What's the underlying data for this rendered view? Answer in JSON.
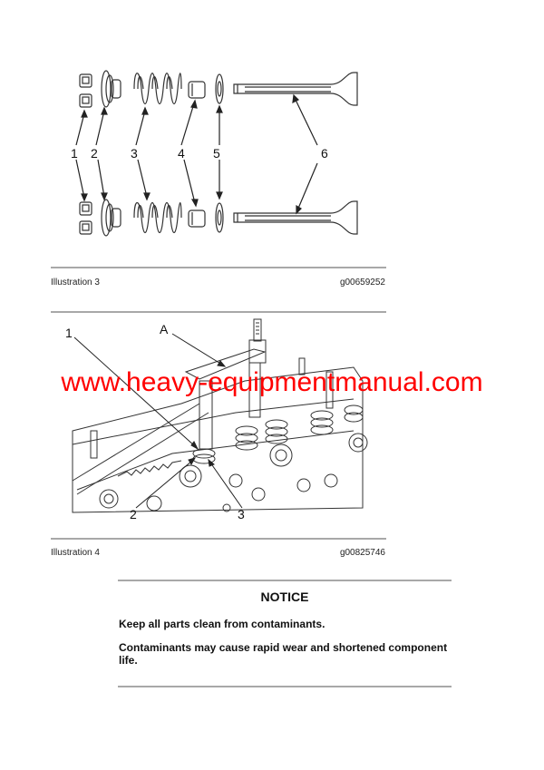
{
  "illustration_3": {
    "label": "Illustration 3",
    "code": "g00659252",
    "callouts": [
      "1",
      "2",
      "3",
      "4",
      "5",
      "6"
    ],
    "parts": [
      "valve-keepers",
      "valve-rotator",
      "valve-spring",
      "valve-seal",
      "spacer-washer",
      "valve"
    ]
  },
  "illustration_4": {
    "label": "Illustration 4",
    "code": "g00825746",
    "callouts": [
      "1",
      "A",
      "2",
      "3"
    ]
  },
  "watermark": {
    "text": "www.heavy-equipmentmanual.com",
    "color": "#ff0000"
  },
  "notice": {
    "title": "NOTICE",
    "paragraphs": [
      "Keep all parts clean from contaminants.",
      "Contaminants may cause rapid wear and shortened component life."
    ]
  },
  "colors": {
    "rule": "#a8a8a8",
    "text": "#111111",
    "drawing": "#333333"
  }
}
